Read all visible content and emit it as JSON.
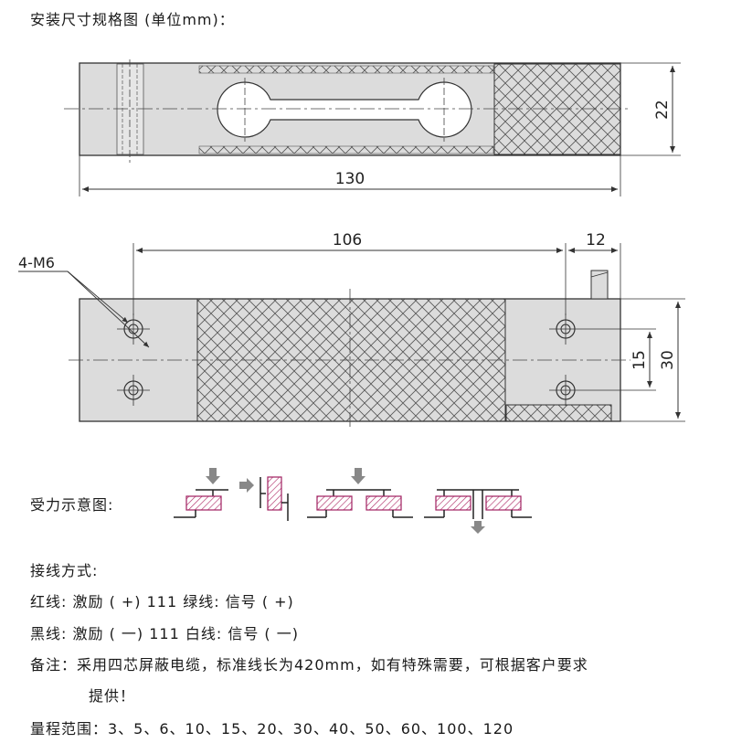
{
  "title": "安装尺寸规格图 (单位mm)：",
  "dimensions": {
    "top_width": "22",
    "top_length": "130",
    "hole_spacing": "106",
    "end_width": "12",
    "hole_pitch": "15",
    "bottom_width": "30",
    "thread_label": "4-M6"
  },
  "force_label": "受力示意图:",
  "wiring": {
    "heading": "接线方式:",
    "line1": "红线: 激励 ( +) 111 绿线: 信号 ( +)",
    "line2": "黑线: 激励 ( 一) 111 白线: 信号 ( 一)"
  },
  "note": {
    "line1": "备注：采用四芯屏蔽电缆，标准线长为420mm，如有特殊需要，可根据客户要求",
    "line2": "提供！"
  },
  "range": "量程范围：3、5、6、10、15、20、30、40、50、60、100、120"
}
